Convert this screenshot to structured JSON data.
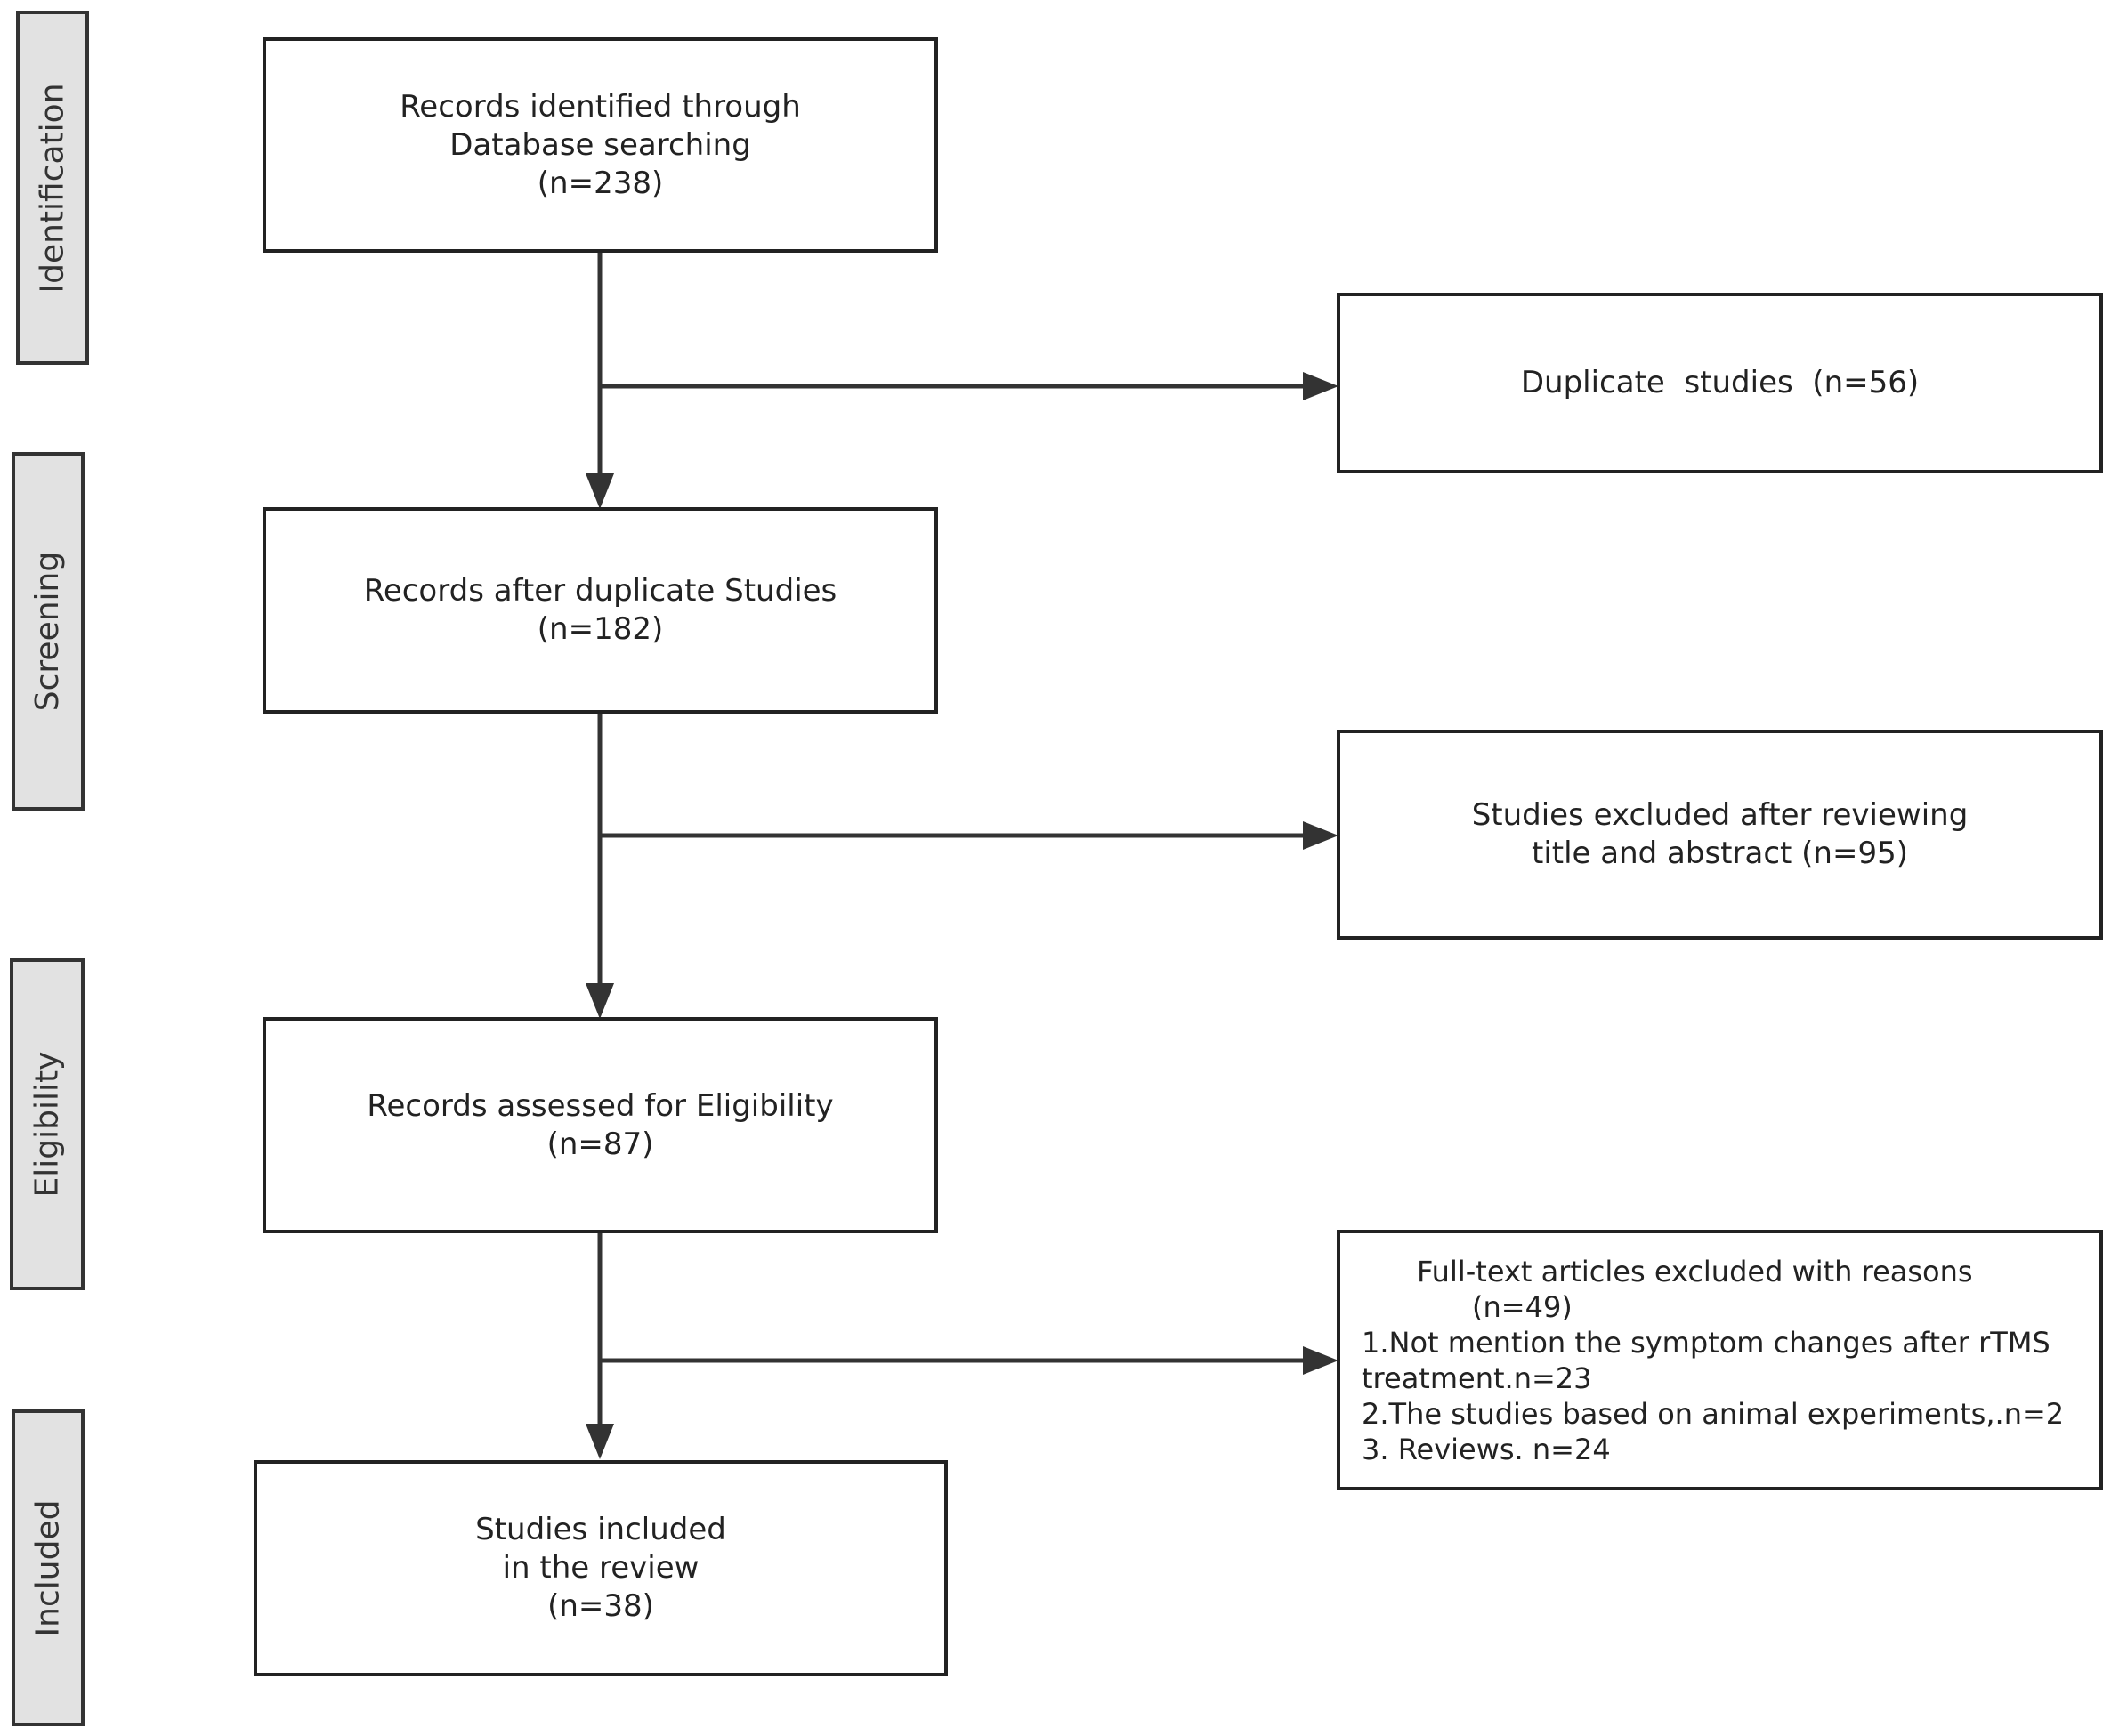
{
  "phases": {
    "identification": "Identification",
    "screening": "Screening",
    "eligibility": "Eligibility",
    "included": "Included"
  },
  "boxes": {
    "identified": {
      "line1": "Records identified through",
      "line2": "Database searching",
      "line3": "(n=238)"
    },
    "duplicates": {
      "line1": "Duplicate  studies  (n=56)"
    },
    "after_duplicates": {
      "line1": "Records after duplicate Studies",
      "line2": "(n=182)"
    },
    "excluded_title": {
      "line1": "Studies excluded after reviewing",
      "line2": "title and abstract (n=95)"
    },
    "assessed": {
      "line1": "Records assessed for Eligibility",
      "line2": "(n=87)"
    },
    "fulltext_excluded": {
      "line1": "Full-text articles excluded with reasons",
      "line2": "(n=49)",
      "line3": "1.Not mention the symptom changes after rTMS",
      "line4": "treatment.n=23",
      "line5": "2.The studies based on animal experiments,.n=2",
      "line6": "3. Reviews. n=24"
    },
    "included": {
      "line1": "Studies included",
      "line2": "in the review",
      "line3": "(n=38)"
    }
  },
  "colors": {
    "line": "#333333",
    "phase_fill": "#e2e2e2",
    "box_border": "#222222"
  }
}
